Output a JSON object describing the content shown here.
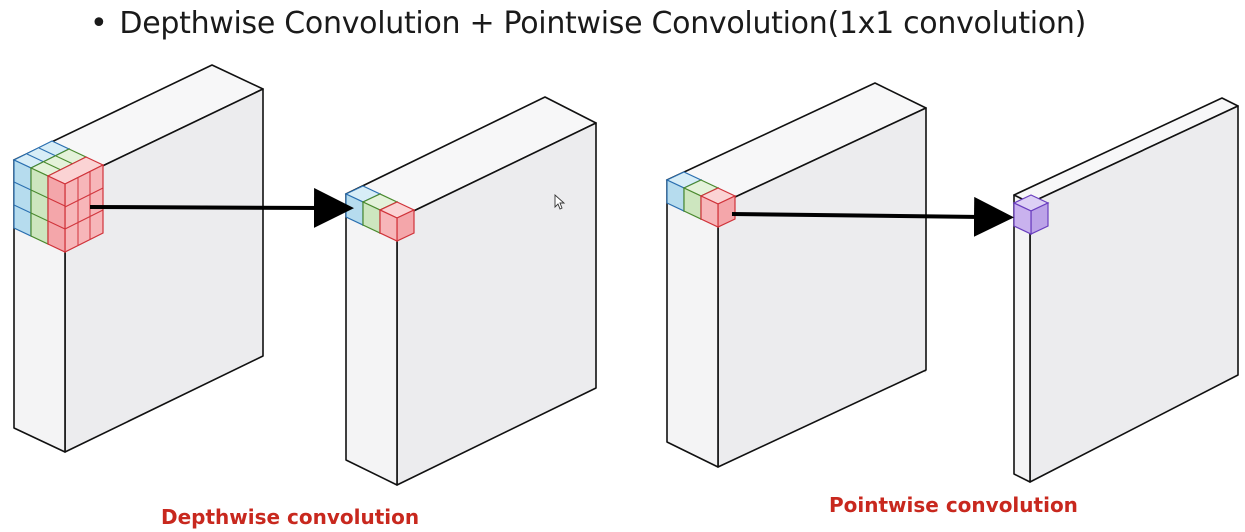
{
  "title": {
    "bullet": "•",
    "text": "Depthwise Convolution + Pointwise Convolution(1x1 convolution)"
  },
  "captions": {
    "depthwise": "Depthwise convolution",
    "pointwise": "Pointwise convolution"
  },
  "colors": {
    "caption": "#c8281e",
    "blue_cube": "#b6dcee",
    "green_cube": "#cde6bf",
    "red_cube": "#f7b6b9",
    "purple_cube": "#c9b2ee",
    "slab_face": "#ececee",
    "arrow": "#000000"
  },
  "icons": [
    "mouse-cursor-icon"
  ]
}
